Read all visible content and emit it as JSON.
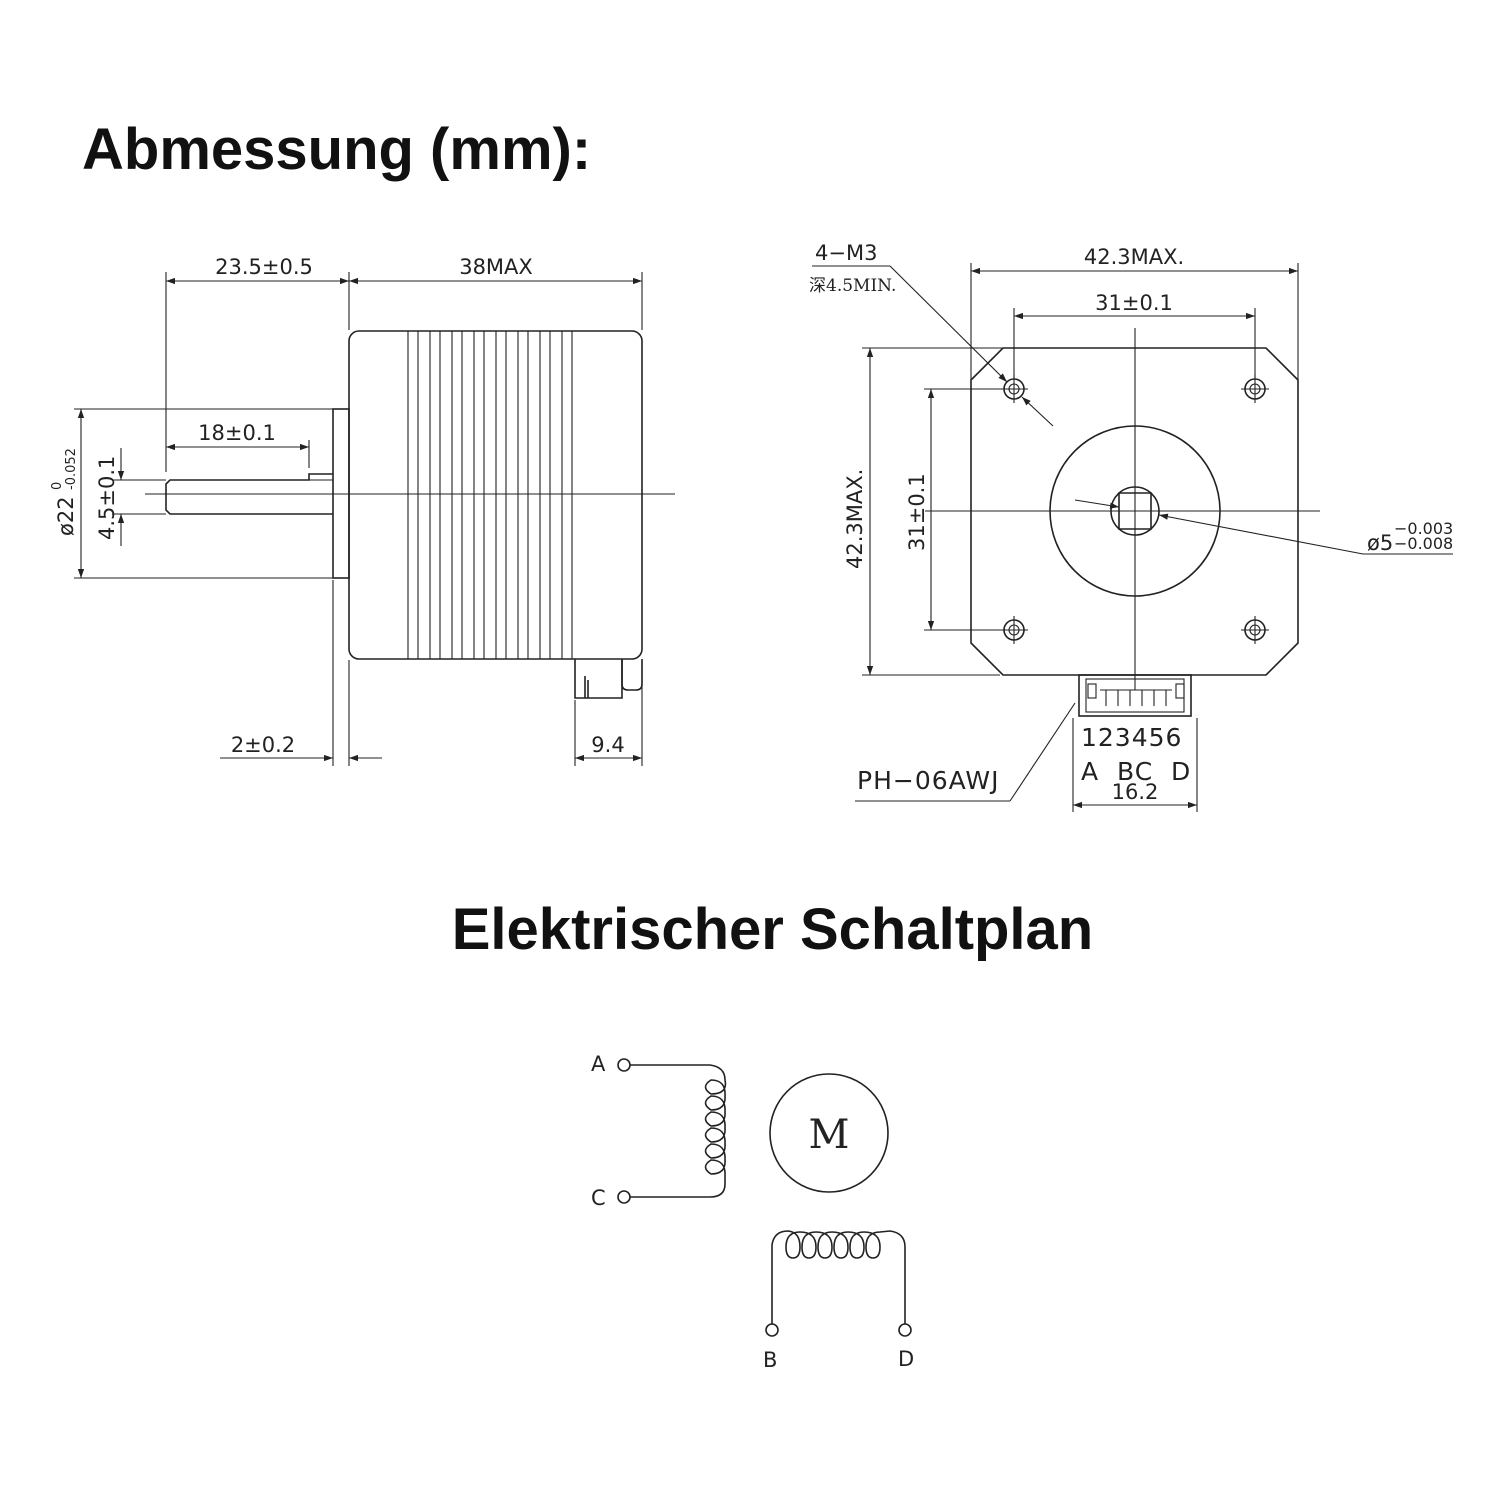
{
  "headings": {
    "dimensions": "Abmessung (mm):",
    "schematic": "Elektrischer Schaltplan"
  },
  "side_view": {
    "shaft_length": "23.5±0.5",
    "body_length": "38MAX",
    "flat_length": "18±0.1",
    "boss_diameter": "ø22",
    "boss_tol_upper": "0",
    "boss_tol_lower": "-0.052",
    "flat_depth": "4.5±0.1",
    "boss_height": "2±0.2",
    "connector_depth": "9.4"
  },
  "front_view": {
    "screw_spec": "4−M3",
    "screw_depth": "深4.5MIN.",
    "width": "42.3MAX.",
    "hole_spacing_h": "31±0.1",
    "height": "42.3MAX.",
    "hole_spacing_v": "31±0.1",
    "shaft_diameter": "ø5",
    "shaft_tol_upper": "−0.003",
    "shaft_tol_lower": "−0.008",
    "connector_pins": "123456",
    "pin_letters": "A  BC  D",
    "connector_width": "16.2",
    "connector_type": "PH−06AWJ"
  },
  "schematic": {
    "terminal_a": "A",
    "terminal_c": "C",
    "terminal_b": "B",
    "terminal_d": "D",
    "motor_label": "M"
  }
}
